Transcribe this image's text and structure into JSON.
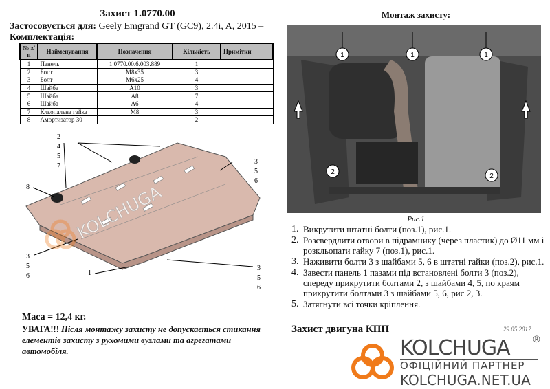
{
  "left": {
    "title": "Захист 1.0770.00",
    "applies_label": "Застосовується для:",
    "applies_value": "Geely Emgrand GT (GC9), 2.4i, A, 2015 –",
    "kit_label": "Комплектація:",
    "table": {
      "headers": [
        "№ з/п",
        "Найменування",
        "Позначення",
        "Кількість",
        "Примітки"
      ],
      "rows": [
        [
          "1",
          "Панель",
          "1.0770.00.6.003.889",
          "1",
          ""
        ],
        [
          "2",
          "Болт",
          "M8x35",
          "3",
          ""
        ],
        [
          "3",
          "Болт",
          "M6x25",
          "4",
          ""
        ],
        [
          "4",
          "Шайба",
          "A10",
          "3",
          ""
        ],
        [
          "5",
          "Шайба",
          "A8",
          "7",
          ""
        ],
        [
          "6",
          "Шайба",
          "A6",
          "4",
          ""
        ],
        [
          "7",
          "Кльопальна гайка",
          "M8",
          "3",
          ""
        ],
        [
          "8",
          "Амортизатор 30",
          "",
          "2",
          ""
        ]
      ]
    },
    "diagram_callouts": {
      "top": "2\n4\n5\n7",
      "left": "8",
      "right_top": "3\n5\n6",
      "left_bottom": "3\n5\n6",
      "right_bottom": "3\n5\n6",
      "panel": "1"
    },
    "mass": "Маса = 12,4 кг.",
    "warning_bold": "УВАГА!!!",
    "warning_text": " Після монтажу захисту не допускається стикання елементів захисту з рухомими вузлами та агрегатами автомобіля."
  },
  "right": {
    "title": "Монтаж захисту:",
    "photo_callouts": [
      "1",
      "1",
      "1",
      "2",
      "2"
    ],
    "figure_caption": "Рис.1",
    "steps": [
      "Викрутити штатні болти (поз.1), рис.1.",
      "Розсвердлити отвори в підрамнику (через пластик) до Ø11 мм і розкльопати гайку 7 (поз.1), рис.1.",
      "Наживити болти 3 з шайбами 5, 6 в штатні гайки (поз.2), рис.1.",
      "Завести панель 1 пазами під встановлені болти 3 (поз.2), спереду прикрутити болтами 2, з шайбами 4, 5, по краям прикрутити болтами 3 з шайбами 5, 6, рис 2, 3.",
      "Затягнути всі точки кріплення."
    ],
    "bottom_heading": "Захист двигуна КПП",
    "date": "29.05.2017"
  },
  "watermark": {
    "brand": "KOLCHUGA",
    "reg": "®",
    "partner": "ОФІЦІЙНИЙ ПАРТНЕР",
    "site": "KOLCHUGA.NET.UA",
    "accent": "#f07a1a"
  }
}
